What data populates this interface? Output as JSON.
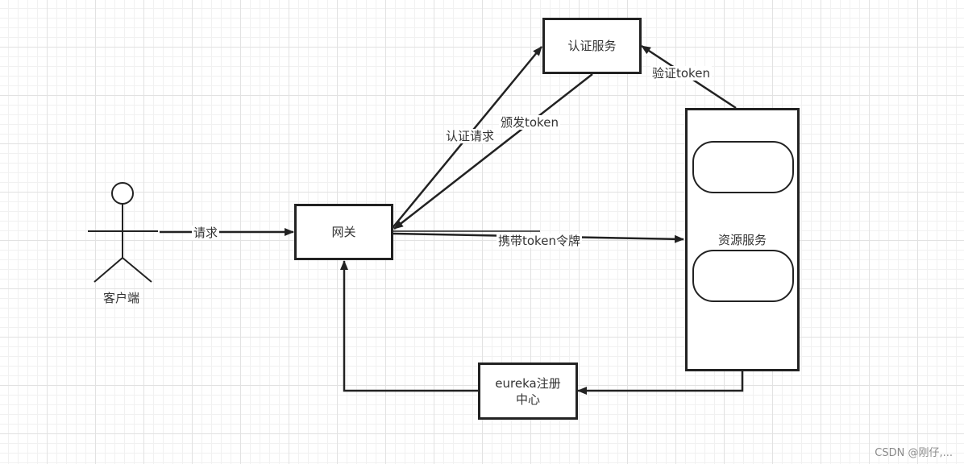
{
  "actor": {
    "label": "客户端"
  },
  "nodes": {
    "gateway": "网关",
    "auth_service": "认证服务",
    "resource_service": "资源服务",
    "eureka_line1": "eureka注册",
    "eureka_line2": "中心"
  },
  "edges": {
    "request": "请求",
    "auth_request": "认证请求",
    "issue_token": "颁发token",
    "verify_token": "验证token",
    "carry_token": "携带token令牌"
  },
  "watermark": "CSDN @刚仔,..."
}
